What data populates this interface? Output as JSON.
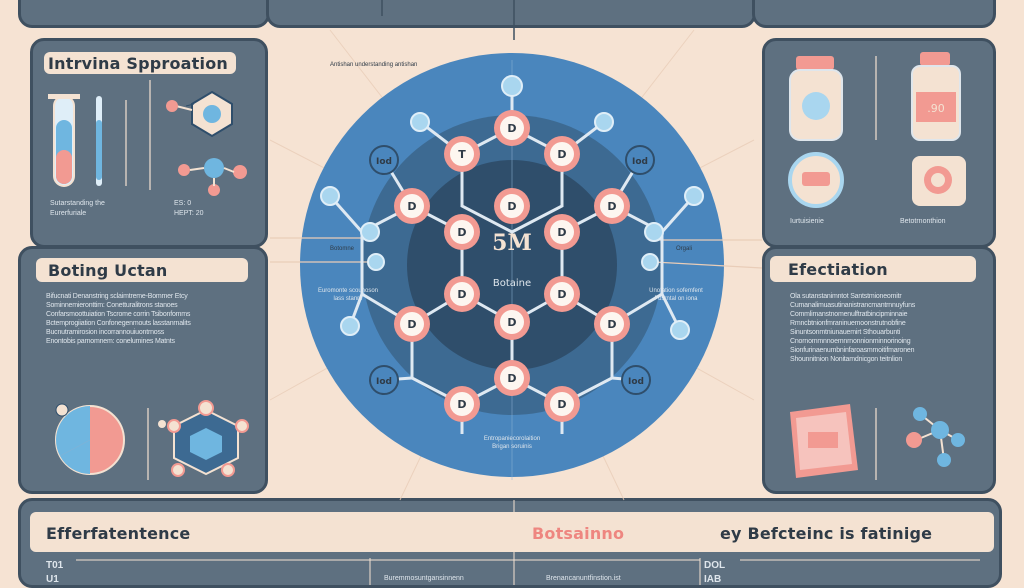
{
  "top_panels": {
    "left_caption": "",
    "mid_caption": "",
    "right_caption": ""
  },
  "left_top": {
    "title": "Intrvina Spproation",
    "caption_a": "Sutarstanding the",
    "caption_b": "Eurerfuriale",
    "caption_c": "ES: 0",
    "caption_d": "HEPT: 20",
    "note": "Antishan understanding antishan"
  },
  "left_mid": {
    "title": "Boting Uctan",
    "lines": [
      "Bifucnati Denanstring sclaimtreme-Bommer Etcy",
      "Sominnemieronttim: Conetturalitrons stanoes",
      "Confarsmoottuiation Tscrome corrin Tsibonfomms",
      "Bctemprogiiation Confonegenmouts lasstanrnalits",
      "Bucnutramirosion incorrannouiuontrnoss",
      "Enontobis parnomnem: conelumines Matnts"
    ]
  },
  "center": {
    "big_label": "5M",
    "sub_label": "Botaine",
    "caption_left_a": "Euromonte scounoson",
    "caption_left_b": "lass stanre",
    "caption_right_a": "Unotation sofemfent",
    "caption_right_b": "Fusrntal on iona",
    "bottom_a": "Entropaniecorolaition",
    "bottom_b": "Brigan soruinis",
    "side_left": "Botomne",
    "side_right": "Orgali",
    "node_letter": "D",
    "top_node_letter": "T",
    "side_node_text": "Iod"
  },
  "right_top": {
    "label_a": "Iurtuisienie",
    "label_b": "Betotrnonthion",
    "jar_value": ".90"
  },
  "right_mid": {
    "title": "Efectiation",
    "lines": [
      "Ola sutanstanimntot Santstmioneomitr",
      "Cumanalimuasutinanistrancmantrnnuyfuns",
      "Commlimanstnomenulftratbincipminnaie",
      "Rmncbtnionfmraninuemoonstrutnobfine",
      "Sinuntsonmtniunauemirt Sthouarbunti",
      "Cnornommnnoemnrnonnionminnorinoing",
      "Sionfurinaenumbninfaroasmmoitifmaronen",
      "Shounnitnion Nonitamdnicgon teitnlion"
    ]
  },
  "bottom": {
    "title_left": "Efferfatentence",
    "title_mid": "Botsainno",
    "title_right": "ey Befcteinc is fatinige",
    "num_a": "T01",
    "num_b": "U1",
    "num_c": "DOL",
    "num_d": "IAB",
    "foot_a": "Buremmosuntgansinnenn",
    "foot_b": "Brenancanuntfinstion.ist"
  },
  "colors": {
    "background": "#f6e3d3",
    "panel": "#5e7080",
    "circle_outer": "#4a86bd",
    "circle_mid": "#3d6a92",
    "circle_inner": "#2f4e6b",
    "node_ring": "#f29a92",
    "node_blue": "#a9d6ef",
    "accent_red": "#ee8680"
  }
}
